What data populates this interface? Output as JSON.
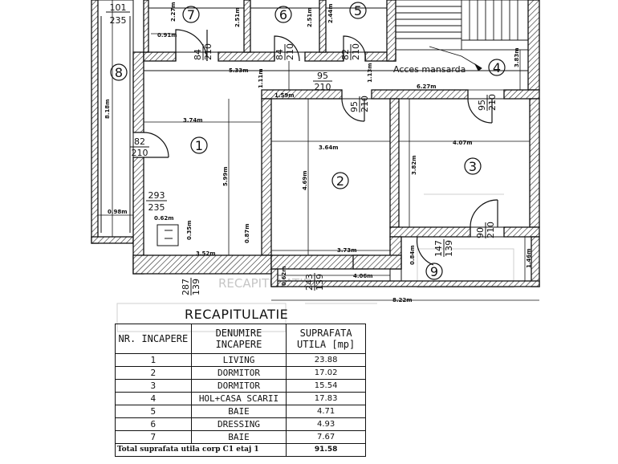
{
  "plan": {
    "rooms": [
      {
        "id": "r1",
        "number": "1"
      },
      {
        "id": "r2",
        "number": "2"
      },
      {
        "id": "r3",
        "number": "3"
      },
      {
        "id": "r4",
        "number": "4"
      },
      {
        "id": "r5",
        "number": "5"
      },
      {
        "id": "r6",
        "number": "6"
      },
      {
        "id": "r7",
        "number": "7"
      },
      {
        "id": "r8",
        "number": "8"
      },
      {
        "id": "r9",
        "number": "9"
      }
    ],
    "stair_note": "Acces mansarda",
    "dimensions": {
      "d227": "2.27m",
      "d251": "2.51m",
      "d244": "2.44m",
      "d091": "0.91m",
      "d533": "5.33m",
      "d111": "1.11m",
      "d113": "1.13m",
      "d159": "1.59m",
      "d627": "6.27m",
      "d383": "3.83m",
      "d818": "8.18m",
      "d374": "3.74m",
      "d364": "3.64m",
      "d407": "4.07m",
      "d599": "5.99m",
      "d469": "4.69m",
      "d382": "3.82m",
      "d098": "0.98m",
      "d062": "0.62m",
      "d035": "0.35m",
      "d087": "0.87m",
      "d352": "3.52m",
      "d373": "3.73m",
      "d084": "0.84m",
      "d146": "1.46m",
      "d406": "4.06m",
      "d822": "8.22m",
      "d062b": "0.62m"
    },
    "openings": [
      {
        "id": "o101",
        "width": "101",
        "height": "235"
      },
      {
        "id": "o84a",
        "width": "84",
        "height": "210"
      },
      {
        "id": "o84b",
        "width": "84",
        "height": "210"
      },
      {
        "id": "o82a",
        "width": "82",
        "height": "210"
      },
      {
        "id": "o95a",
        "width": "95",
        "height": "210"
      },
      {
        "id": "o95b",
        "width": "95",
        "height": "210"
      },
      {
        "id": "o95c",
        "width": "95",
        "height": "210"
      },
      {
        "id": "o82b",
        "width": "82",
        "height": "210"
      },
      {
        "id": "o293",
        "width": "293",
        "height": "235"
      },
      {
        "id": "o90",
        "width": "90",
        "height": "210"
      },
      {
        "id": "o147",
        "width": "147",
        "height": "139"
      },
      {
        "id": "o287",
        "width": "287",
        "height": "139"
      },
      {
        "id": "o243",
        "width": "243",
        "height": "139"
      }
    ],
    "ghost_title": "RECAPITULATIE"
  },
  "recap": {
    "title": "RECAPITULATIE",
    "headers": [
      "NR. INCAPERE",
      "DENUMIRE INCAPERE",
      "SUPRAFATA UTILA [mp]"
    ],
    "rows": [
      {
        "nr": "1",
        "name": "LIVING",
        "area": "23.88"
      },
      {
        "nr": "2",
        "name": "DORMITOR",
        "area": "17.02"
      },
      {
        "nr": "3",
        "name": "DORMITOR",
        "area": "15.54"
      },
      {
        "nr": "4",
        "name": "HOL+CASA SCARII",
        "area": "17.83"
      },
      {
        "nr": "5",
        "name": "BAIE",
        "area": "4.71"
      },
      {
        "nr": "6",
        "name": "DRESSING",
        "area": "4.93"
      },
      {
        "nr": "7",
        "name": "BAIE",
        "area": "7.67"
      }
    ],
    "total_label": "Total suprafata utila corp C1 etaj 1",
    "total_value": "91.58"
  }
}
